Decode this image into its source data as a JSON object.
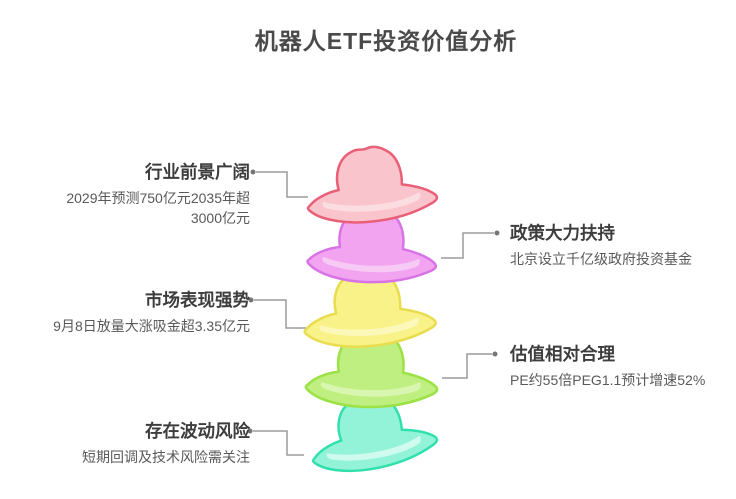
{
  "title": "机器人ETF投资价值分析",
  "items": [
    {
      "side": "left",
      "title": "行业前景广阔",
      "desc": "2029年预测750亿元2035年超3000亿元"
    },
    {
      "side": "right",
      "title": "政策大力扶持",
      "desc": "北京设立千亿级政府投资基金"
    },
    {
      "side": "left",
      "title": "市场表现强势",
      "desc": "9月8日放量大涨吸金超3.35亿元"
    },
    {
      "side": "right",
      "title": "估值相对合理",
      "desc": "PE约55倍PEG1.1预计增速52%"
    },
    {
      "side": "left",
      "title": "存在波动风险",
      "desc": "短期回调及技术风险需关注"
    }
  ],
  "hats": [
    {
      "name": "hat-pink",
      "fill": "#F9C4CB",
      "stroke": "#EA5F78",
      "highlight": "#FBDCE0"
    },
    {
      "name": "hat-magenta",
      "fill": "#F2A4F0",
      "stroke": "#D873E6",
      "highlight": "#F7C9F5"
    },
    {
      "name": "hat-yellow",
      "fill": "#F9F288",
      "stroke": "#E9DD4F",
      "highlight": "#FCF8BA"
    },
    {
      "name": "hat-green",
      "fill": "#BFEF80",
      "stroke": "#9CE145",
      "highlight": "#D9F6B0"
    },
    {
      "name": "hat-cyan",
      "fill": "#93F3D9",
      "stroke": "#2FDFAC",
      "highlight": "#CFFAEE"
    }
  ],
  "colors": {
    "background": "#FFFFFF",
    "title_text": "#4A4A4A",
    "label_title": "#3D3D3D",
    "label_desc": "#595959",
    "connector_line": "#9B9B9B",
    "connector_dot": "#757575"
  }
}
